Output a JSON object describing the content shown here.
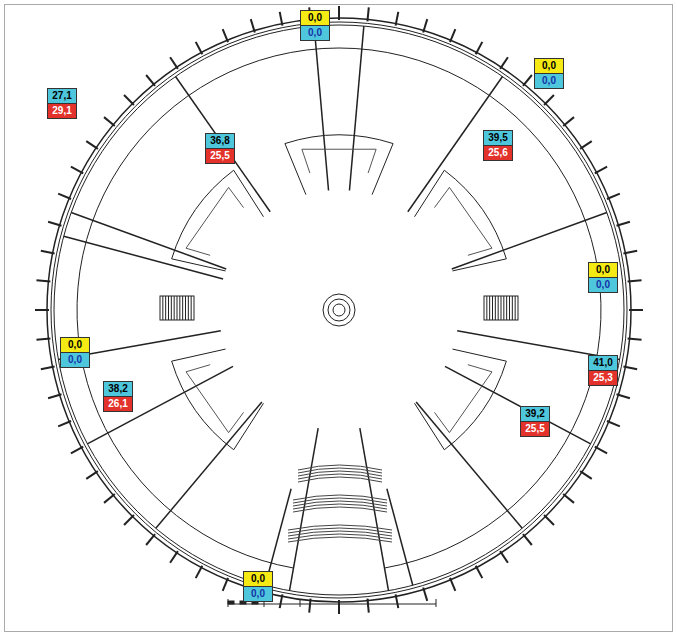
{
  "diagram": {
    "nodes": [
      {
        "text": [
          "0,0"
        ]
      },
      {
        "text": [
          "0,0"
        ]
      },
      {
        "text": [
          "0,0"
        ]
      },
      {
        "text": [
          "0,0"
        ]
      },
      {
        "text": [
          "27,1"
        ]
      },
      {
        "text": [
          "29,1"
        ]
      },
      {
        "text": [
          "39,5"
        ]
      },
      {
        "text": [
          "25,6"
        ]
      },
      {
        "text": [
          "36,8"
        ]
      },
      {
        "text": [
          "25,5"
        ]
      },
      {
        "text": [
          "0,0"
        ]
      },
      {
        "text": [
          "0,0"
        ]
      },
      {
        "text": [
          "0,0"
        ]
      },
      {
        "text": [
          "0,0"
        ]
      },
      {
        "text": [
          "41,0"
        ]
      },
      {
        "text": [
          "25,3"
        ]
      },
      {
        "text": [
          "38,2"
        ]
      },
      {
        "text": [
          "26,1"
        ]
      },
      {
        "text": [
          "39,2"
        ]
      },
      {
        "text": [
          "25,5"
        ]
      },
      {
        "text": [
          "0,0"
        ]
      },
      {
        "text": [
          "0,0"
        ]
      }
    ]
  }
}
